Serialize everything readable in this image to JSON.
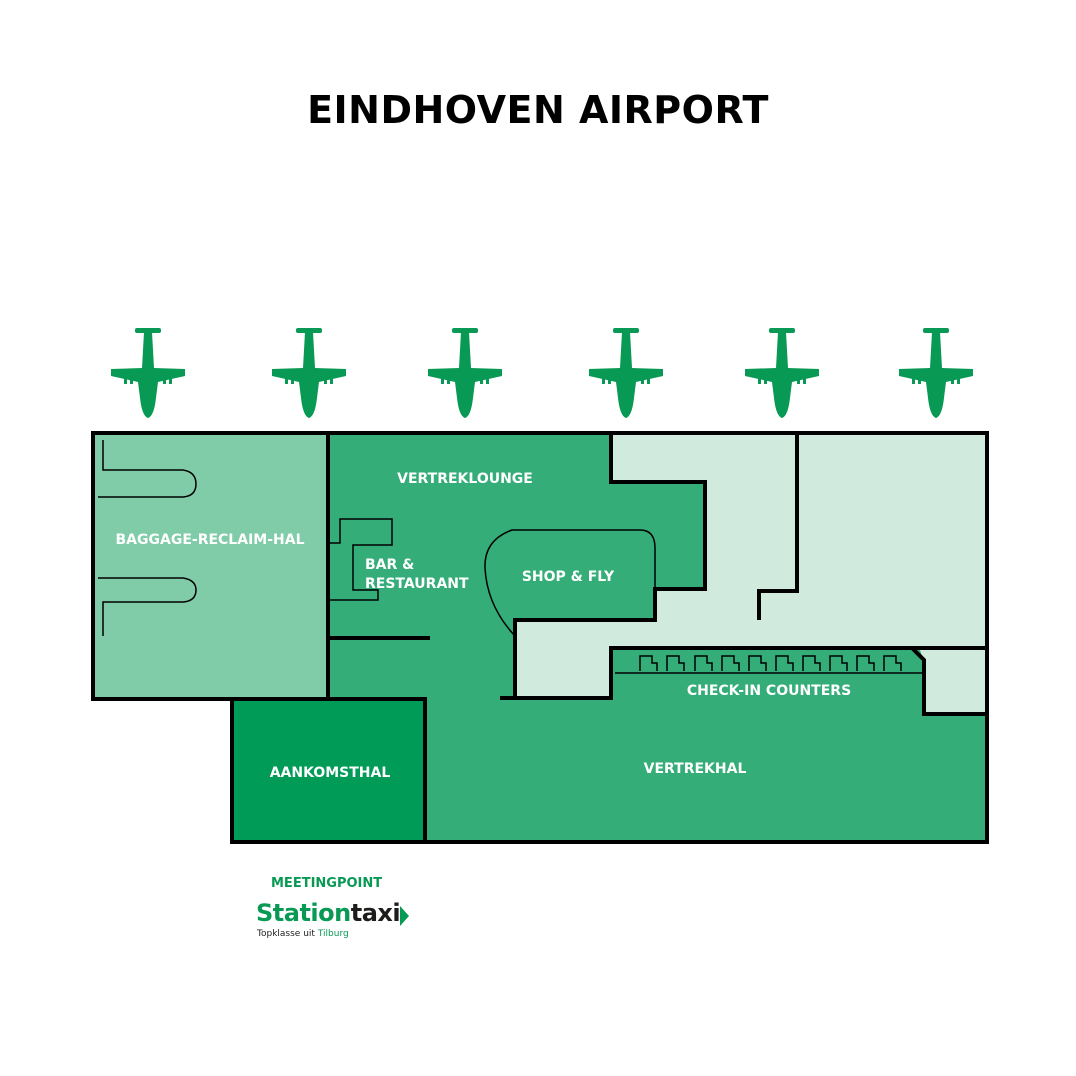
{
  "title": "EINDHOVEN AIRPORT",
  "colors": {
    "light_green": "#80cca9",
    "medium_green": "#35ad78",
    "dark_green": "#009b57",
    "pale_green": "#d0eadd",
    "plane_green": "#089a55",
    "wall": "#000000"
  },
  "planes": [
    {
      "name": "plane-1"
    },
    {
      "name": "plane-2"
    },
    {
      "name": "plane-3"
    },
    {
      "name": "plane-4"
    },
    {
      "name": "plane-5"
    },
    {
      "name": "plane-6"
    }
  ],
  "areas": {
    "baggage": "BAGGAGE-RECLAIM-HAL",
    "vertreklounge": "VERTREKLOUNGE",
    "bar_line1": "BAR &",
    "bar_line2": "RESTAURANT",
    "shop": "SHOP & FLY",
    "checkin": "CHECK-IN COUNTERS",
    "aankomsthal": "AANKOMSTHAL",
    "vertrekhal": "VERTREKHAL"
  },
  "meetingpoint": "MEETINGPOINT",
  "logo": {
    "part1": "Station",
    "part2": "taxi",
    "tagline_prefix": "Topklasse uit",
    "tagline_city": "Tilburg"
  }
}
